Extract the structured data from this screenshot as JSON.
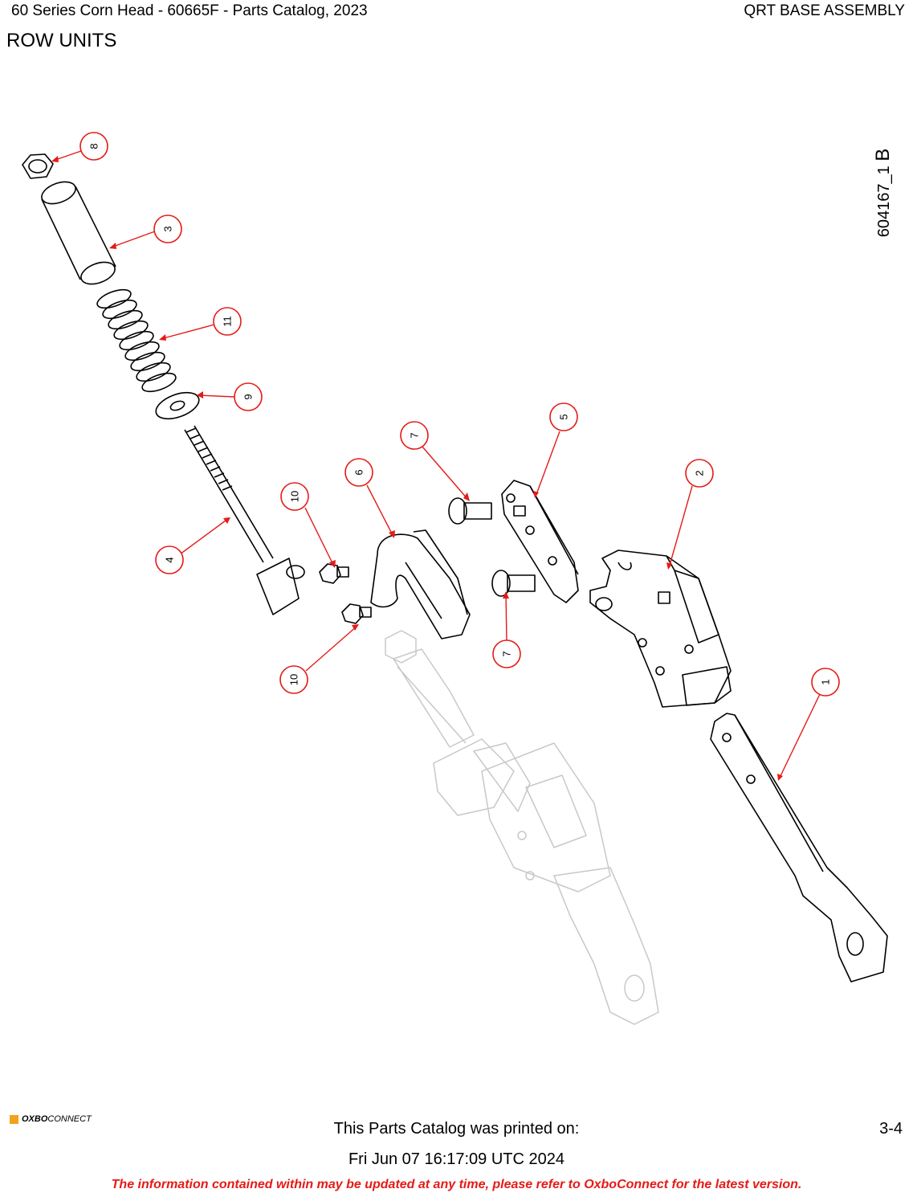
{
  "header": {
    "catalog_title": "60 Series Corn Head - 60665F - Parts Catalog, 2023",
    "assembly_title": "QRT BASE ASSEMBLY",
    "section": "ROW UNITS"
  },
  "drawing": {
    "number": "604167_1",
    "revision": "B",
    "callouts": [
      "8",
      "3",
      "11",
      "9",
      "4",
      "10",
      "10",
      "6",
      "7",
      "7",
      "5",
      "2",
      "1"
    ]
  },
  "footer": {
    "logo_bold": "OXBO",
    "logo_light": "CONNECT",
    "printed_label": "This Parts Catalog was printed on:",
    "printed_date": "Fri Jun 07 16:17:09 UTC 2024",
    "page_number": "3-4",
    "disclaimer": "The information contained within may be updated at any time, please refer to OxboConnect for the latest version."
  },
  "colors": {
    "callout": "#e41b17",
    "disclaimer": "#e41b17",
    "logo": "#f2a21b"
  }
}
